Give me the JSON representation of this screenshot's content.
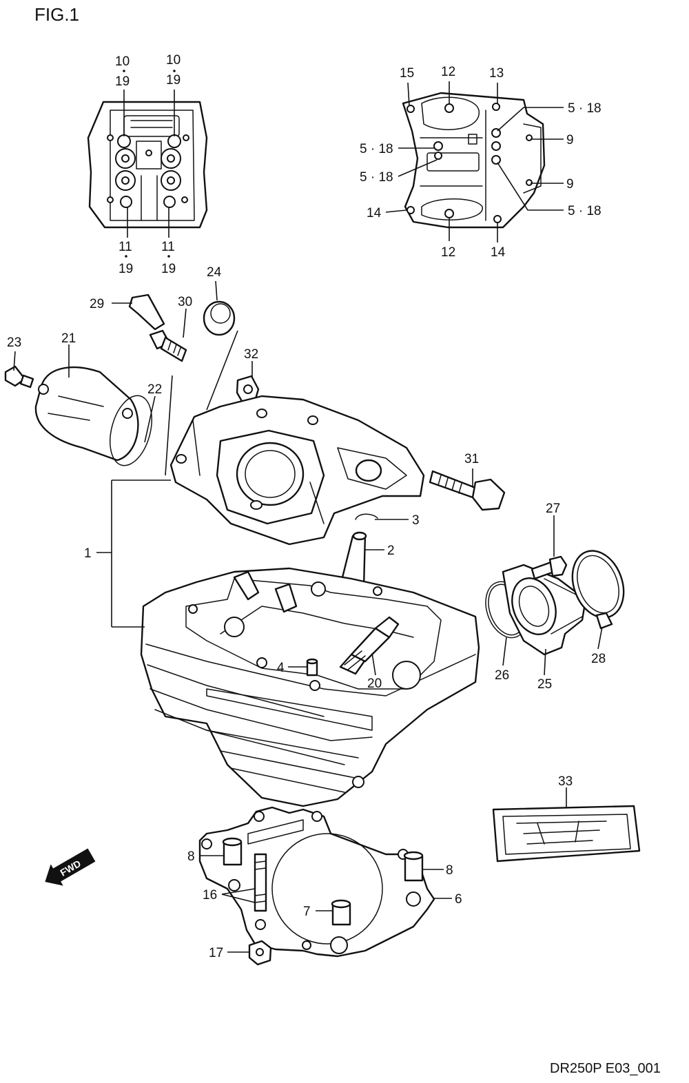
{
  "figure": {
    "title": "FIG.1",
    "code": "DR250P E03_001",
    "fwd_badge": "FWD"
  },
  "labels": {
    "l10a": "10",
    "l19a": "19",
    "l10b": "10",
    "l19b": "19",
    "l11a": "11",
    "l19c": "19",
    "l11b": "11",
    "l19d": "19",
    "l15": "15",
    "l12a": "12",
    "l13": "13",
    "l518a": "5 · 18",
    "l9a": "9",
    "l518b": "5 · 18",
    "l518c": "5 · 18",
    "l9b": "9",
    "l14a": "14",
    "l518d": "5 · 18",
    "l12b": "12",
    "l14b": "14",
    "l24": "24",
    "l29": "29",
    "l30": "30",
    "l23": "23",
    "l21": "21",
    "l32": "32",
    "l22": "22",
    "l31": "31",
    "l3": "3",
    "l27": "27",
    "l2": "2",
    "l1": "1",
    "l4": "4",
    "l20": "20",
    "l26": "26",
    "l25": "25",
    "l28": "28",
    "l33": "33",
    "l8a": "8",
    "l8b": "8",
    "l16": "16",
    "l6": "6",
    "l7": "7",
    "l17": "17"
  }
}
